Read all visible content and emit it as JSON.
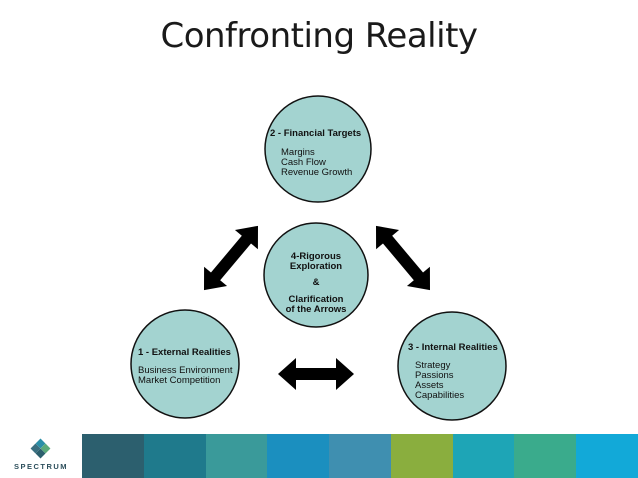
{
  "slide": {
    "title": "Confronting Reality"
  },
  "nodes": {
    "financial": {
      "title": "2 - Financial Targets",
      "items": [
        "Margins",
        "Cash Flow",
        "Revenue Growth"
      ]
    },
    "center": {
      "lines": [
        "4-Rigorous",
        "Exploration",
        "&",
        "Clarification",
        "of the Arrows"
      ]
    },
    "external": {
      "title": "1 - External Realities",
      "items": [
        "Business Environment",
        "Market Competition"
      ]
    },
    "internal": {
      "title": "3 - Internal Realities",
      "items": [
        "Strategy",
        "Passions",
        "Assets",
        "Capabilities"
      ]
    }
  },
  "colors": {
    "circle_fill": "#a3d3d0",
    "circle_stroke": "#111111",
    "arrow": "#000000"
  },
  "footer": {
    "logo_text": "SPECTRUM",
    "stripes": [
      "#2c5f6e",
      "#1f7a8c",
      "#3a9a9a",
      "#1b8fbf",
      "#3f8fb0",
      "#8aae3e",
      "#1ea5b6",
      "#3aab8c",
      "#12a9d8"
    ]
  }
}
